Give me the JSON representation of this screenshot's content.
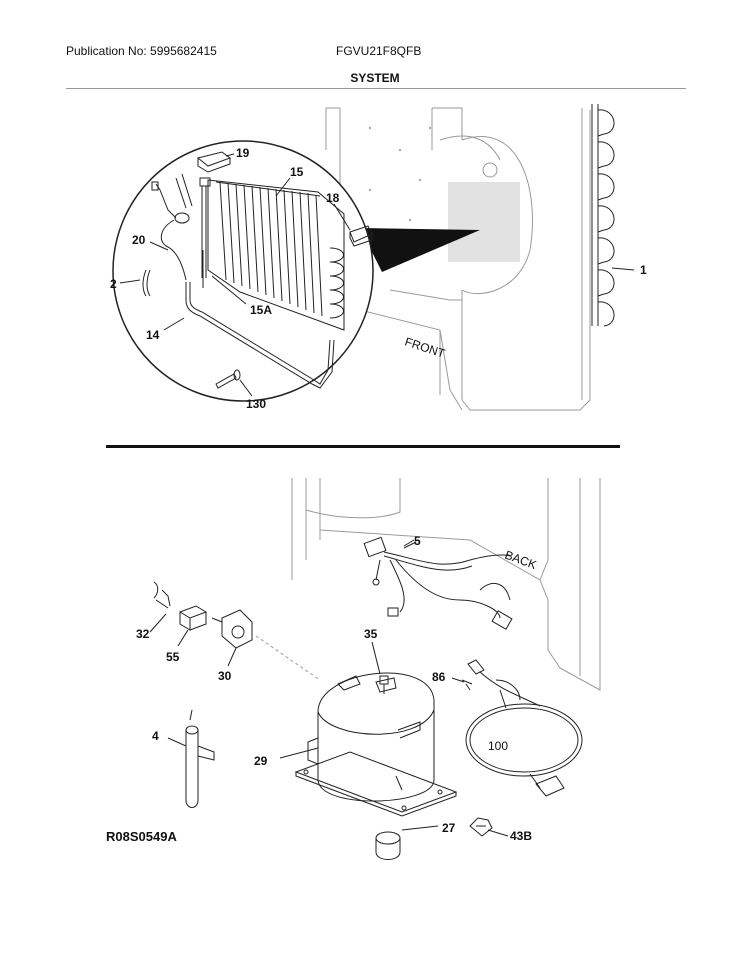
{
  "header": {
    "publication": "Publication No: 5995682415",
    "model": "FGVU21F8QFB",
    "section_title": "SYSTEM"
  },
  "diagram_code": "R08S0549A",
  "cabinet_text": {
    "front": "FRONT",
    "back": "BACK"
  },
  "callouts": {
    "p19": "19",
    "p15": "15",
    "p18": "18",
    "p20": "20",
    "p2": "2",
    "p15a": "15A",
    "p14": "14",
    "p130": "130",
    "p1": "1",
    "p5": "5",
    "p32": "32",
    "p55": "55",
    "p30": "30",
    "p35": "35",
    "p86": "86",
    "p4": "4",
    "p100": "100",
    "p29": "29",
    "p27": "27",
    "p43b": "43B"
  }
}
